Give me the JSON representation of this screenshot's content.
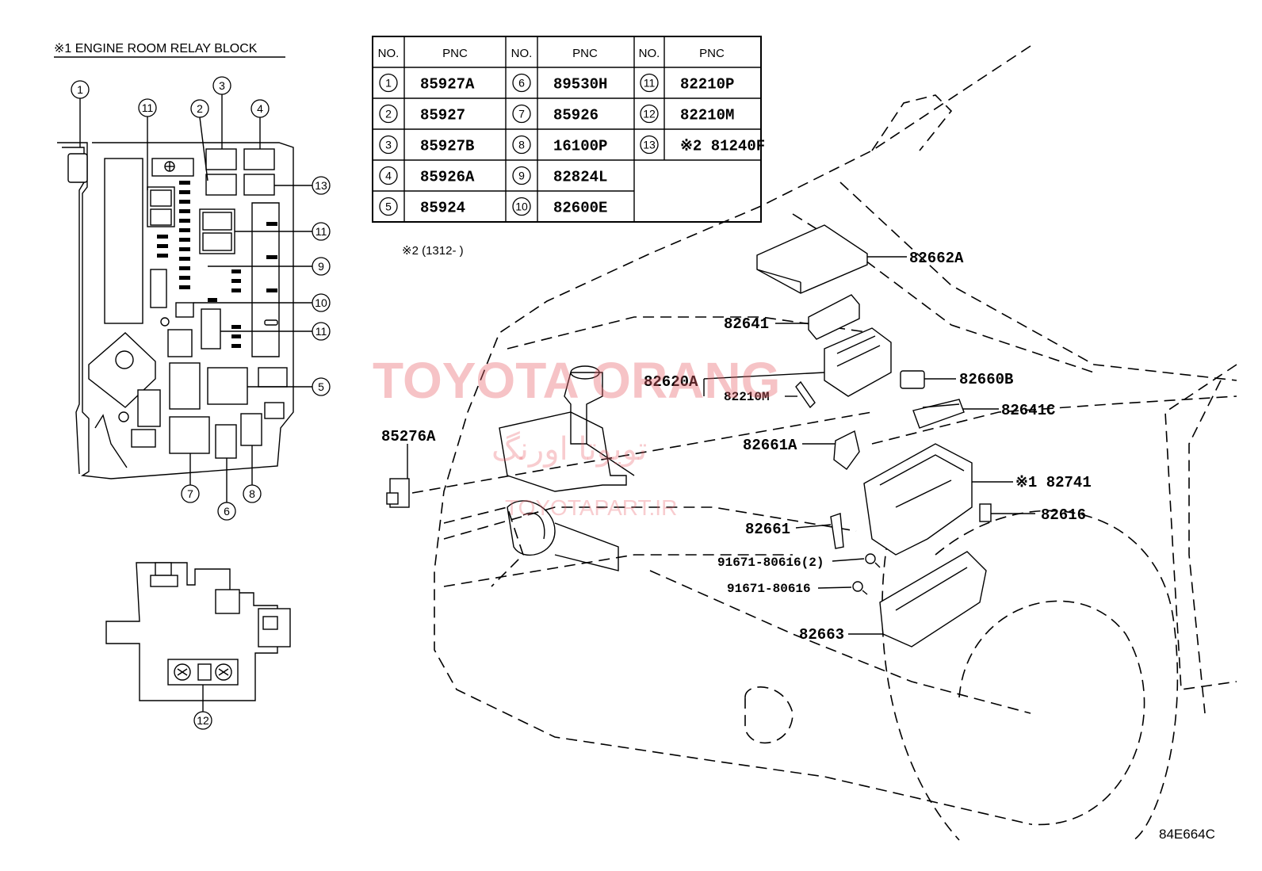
{
  "block_title": "※1 ENGINE ROOM RELAY BLOCK",
  "table": {
    "headers": [
      "NO.",
      "PNC",
      "NO.",
      "PNC",
      "NO.",
      "PNC"
    ],
    "rows": [
      [
        {
          "no": "1",
          "pnc": "85927A"
        },
        {
          "no": "6",
          "pnc": "89530H"
        },
        {
          "no": "11",
          "pnc": "82210P"
        }
      ],
      [
        {
          "no": "2",
          "pnc": "85927"
        },
        {
          "no": "7",
          "pnc": "85926"
        },
        {
          "no": "12",
          "pnc": "82210M"
        }
      ],
      [
        {
          "no": "3",
          "pnc": "85927B"
        },
        {
          "no": "8",
          "pnc": "16100P"
        },
        {
          "no": "13",
          "pnc": "※2 81240F"
        }
      ],
      [
        {
          "no": "4",
          "pnc": "85926A"
        },
        {
          "no": "9",
          "pnc": "82824L"
        },
        null
      ],
      [
        {
          "no": "5",
          "pnc": "85924"
        },
        {
          "no": "10",
          "pnc": "82600E"
        },
        null
      ]
    ]
  },
  "footnote": "※2 (1312-      )",
  "callouts": {
    "c1": "1",
    "c2": "2",
    "c3": "3",
    "c4": "4",
    "c5": "5",
    "c6": "6",
    "c7": "7",
    "c8": "8",
    "c9": "9",
    "c10": "10",
    "c11": "11",
    "c12": "12",
    "c13": "13"
  },
  "part_labels": {
    "p82662A": "82662A",
    "p82641": "82641",
    "p82620A": "82620A",
    "p82210M": "82210M",
    "p82660B": "82660B",
    "p82641C": "82641C",
    "p82661A": "82661A",
    "p85276A": "85276A",
    "p82741": "※1 82741",
    "p82616": "82616",
    "p82661": "82661",
    "p91671_2": "91671-80616(2)",
    "p91671": "91671-80616",
    "p82663": "82663"
  },
  "watermark": {
    "brand": "TOYOTA ORANG",
    "persian": "تویوتا اورنگ",
    "site": "TOYOTAPART.IR"
  },
  "diagram_code": "84E664C",
  "colors": {
    "line": "#000000",
    "watermark": "#e8606a"
  }
}
